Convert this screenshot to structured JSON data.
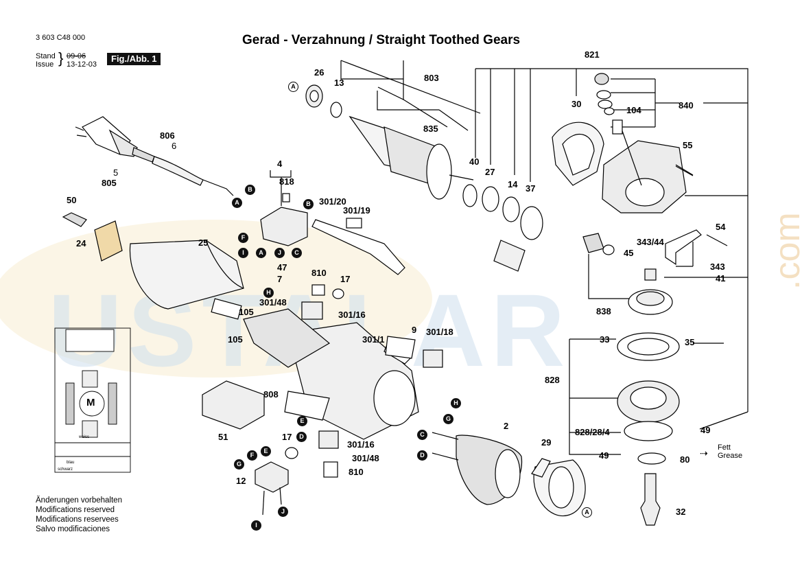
{
  "header": {
    "doc_number": "3 603 C48 000",
    "stand_label": "Stand",
    "issue_label": "Issue",
    "stand_date_old": "09-06",
    "issue_date": "13-12-03",
    "figure_label": "Fig./Abb. 1"
  },
  "title": "Gerad - Verzahnung / Straight Toothed Gears",
  "notes": [
    "Änderungen vorbehalten",
    "Modifications reserved",
    "Modifications reservees",
    "Salvo modificaciones"
  ],
  "watermark": {
    "text": "USTALAR",
    "suffix": ".com"
  },
  "schematic": {
    "motor_symbol": "M",
    "wire_colors": [
      "weiss",
      "blau",
      "schwarz"
    ]
  },
  "grease_note": [
    "Fett",
    "Grease"
  ],
  "part_labels": {
    "p26": "26",
    "p13": "13",
    "p803": "803",
    "p821": "821",
    "p835": "835",
    "p30": "30",
    "p104": "104",
    "p840": "840",
    "p806": "806",
    "p6": "6",
    "p5": "5",
    "p805": "805",
    "p4": "4",
    "p818": "818",
    "p40": "40",
    "p27": "27",
    "p14": "14",
    "p37": "37",
    "p55": "55",
    "p50": "50",
    "p24": "24",
    "p301_20": "301/20",
    "p301_19": "301/19",
    "p25": "25",
    "p54": "54",
    "p343_44": "343/44",
    "p45": "45",
    "p47": "47",
    "p810a": "810",
    "p17a": "17",
    "p7": "7",
    "p343": "343",
    "p41": "41",
    "p301_48a": "301/48",
    "p301_16a": "301/16",
    "p105a": "105",
    "p105b": "105",
    "p838": "838",
    "p9": "9",
    "p301_1": "301/1",
    "p301_18": "301/18",
    "p33": "33",
    "p35": "35",
    "p828": "828",
    "p808": "808",
    "p51": "51",
    "p17b": "17",
    "p301_16b": "301/16",
    "p301_48b": "301/48",
    "p810b": "810",
    "p2": "2",
    "p828_28_4": "828/28/4",
    "p49a": "49",
    "p49b": "49",
    "p29": "29",
    "p80": "80",
    "p12": "12",
    "p32": "32"
  },
  "connectors": {
    "A": "A",
    "B": "B",
    "C": "C",
    "D": "D",
    "E": "E",
    "F": "F",
    "G": "G",
    "H": "H",
    "I": "I",
    "J": "J"
  }
}
